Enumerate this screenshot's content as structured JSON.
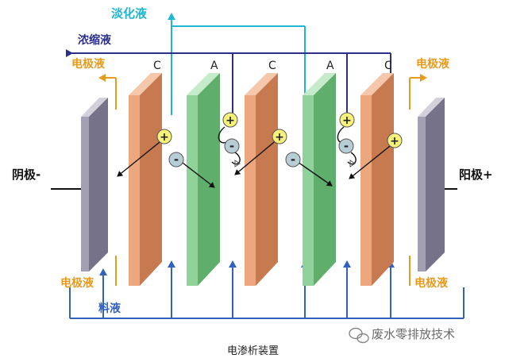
{
  "labels": {
    "diluate": "淡化液",
    "concentrate": "浓缩液",
    "electrode_solution": "电极液",
    "feed": "料液",
    "cathode": "阴极-",
    "anode": "阳极+",
    "membrane_c": "C",
    "membrane_a": "A",
    "plus": "+",
    "minus": "-",
    "caption": "电渗析装置",
    "watermark": "废水零排放技术"
  },
  "colors": {
    "diluate": "#1fb6d2",
    "concentrate": "#2b2f8a",
    "electrode": "#e79a1c",
    "feed": "#3262c0",
    "cation_membrane": "#eda77e",
    "anion_membrane": "#8fd39a",
    "electrode_plate": "#a3a0b3",
    "cation_ion": "#f7f27a",
    "anion_ion": "#b7cdd6"
  },
  "icons": [
    "wechat-icon"
  ]
}
